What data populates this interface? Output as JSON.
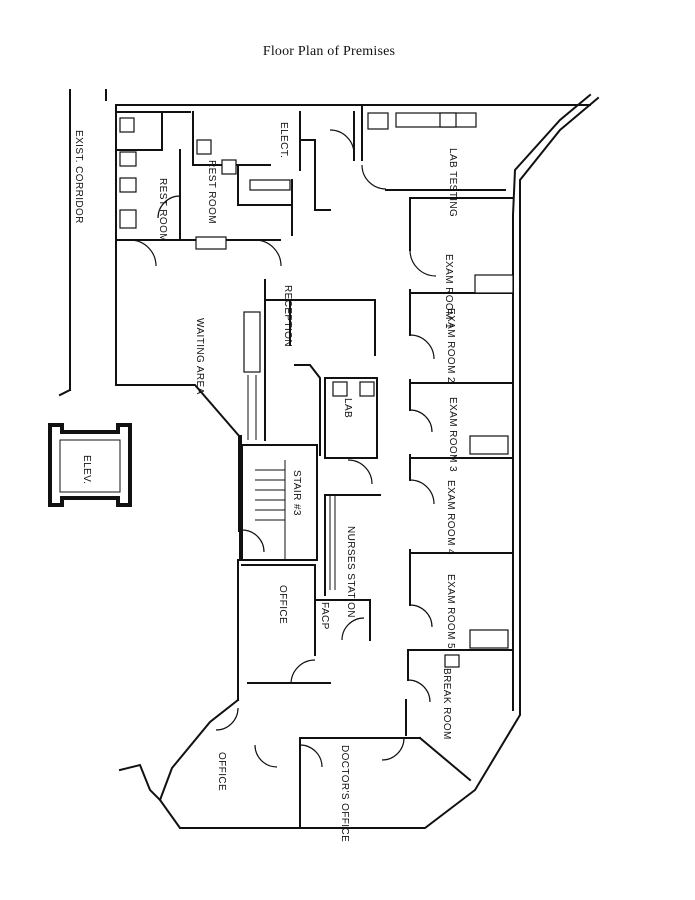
{
  "title": "Floor Plan of Premises",
  "rooms": {
    "exist_corridor": "EXIST. CORRIDOR",
    "elev": "ELEV.",
    "rest_room_1": "REST ROOM",
    "rest_room_2": "REST ROOM",
    "elect": "ELECT.",
    "lab_testing": "LAB TESTING",
    "waiting_area": "WAITING AREA",
    "reception": "RECEPTION",
    "lab": "LAB",
    "stair": "STAIR #3",
    "nurses_station": "NURSES STATION",
    "office_1": "OFFICE",
    "fcp": "FACP",
    "office_2": "OFFICE",
    "doctors_office": "DOCTOR'S OFFICE",
    "exam_room_1": "EXAM ROOM 1",
    "exam_room_2": "EXAM ROOM 2",
    "exam_room_3": "EXAM ROOM 3",
    "exam_room_4": "EXAM ROOM 4",
    "exam_room_5": "EXAM ROOM 5",
    "break_room": "BREAK ROOM"
  }
}
